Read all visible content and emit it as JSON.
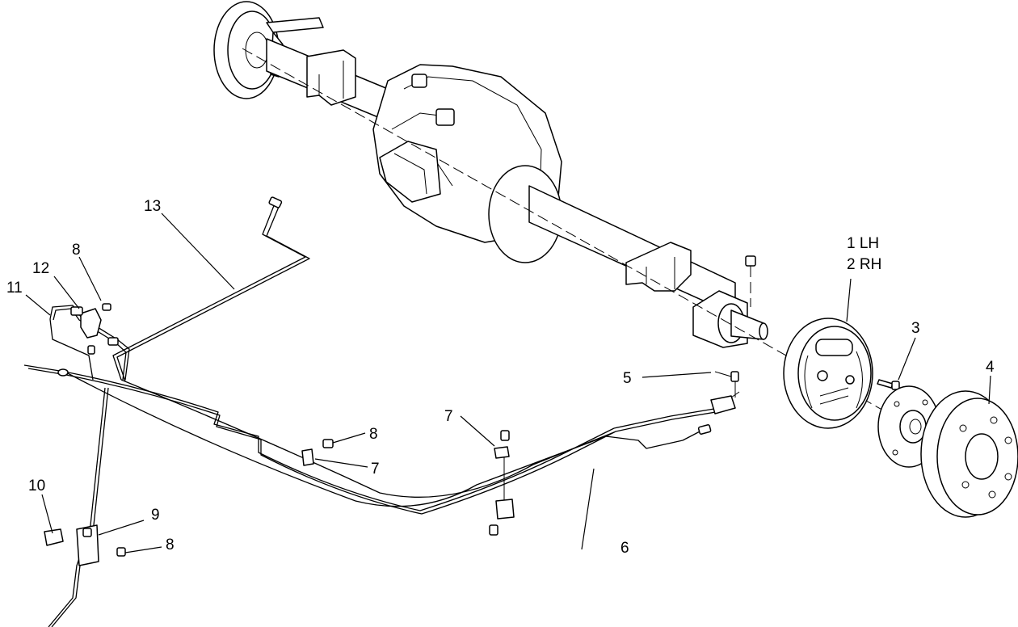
{
  "callouts": {
    "c1": "1 LH",
    "c2": "2 RH",
    "c3": "3",
    "c4": "4",
    "c5": "5",
    "c6": "6",
    "c7a": "7",
    "c7b": "7",
    "c8a": "8",
    "c8b": "8",
    "c8c": "8",
    "c9": "9",
    "c10": "10",
    "c11": "11",
    "c12": "12",
    "c13": "13"
  }
}
